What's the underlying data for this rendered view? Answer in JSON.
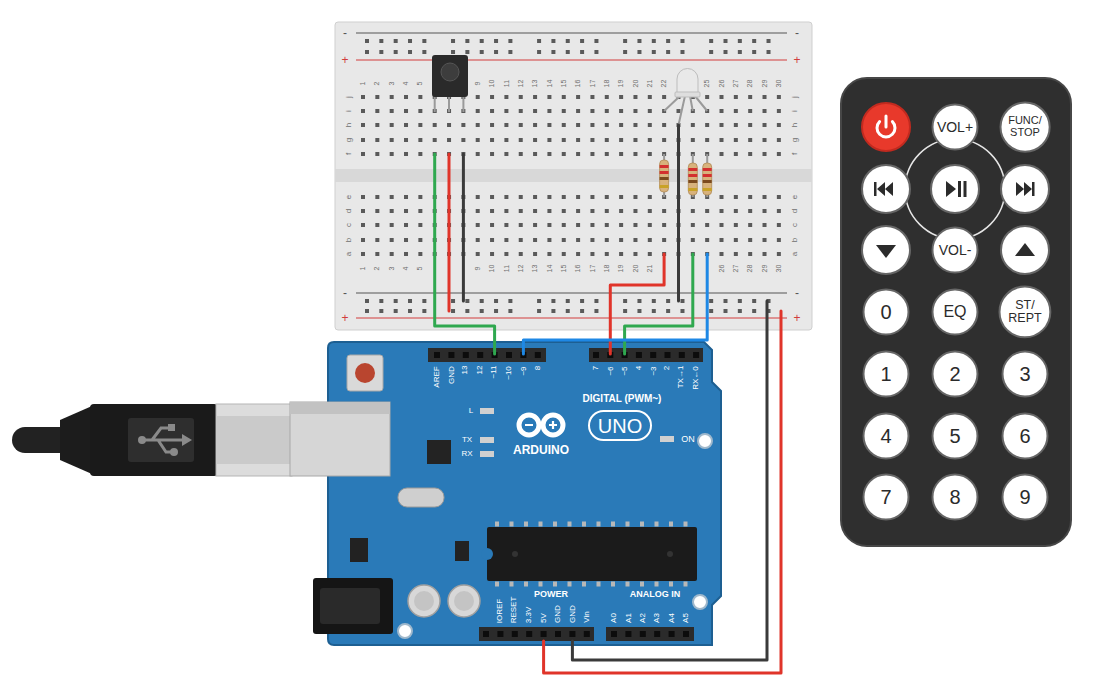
{
  "diagram": {
    "nodes": [
      {
        "text": [
          "VOL+"
        ]
      },
      {
        "text": [
          "FUNC/ STOP"
        ]
      },
      {
        "text": [
          "VOL-"
        ]
      },
      {
        "text": [
          "0"
        ]
      },
      {
        "text": [
          "EQ"
        ]
      },
      {
        "text": [
          "ST/ REPT"
        ]
      },
      {
        "text": [
          "1"
        ]
      },
      {
        "text": [
          "2"
        ]
      },
      {
        "text": [
          "3"
        ]
      },
      {
        "text": [
          "4"
        ]
      },
      {
        "text": [
          "5"
        ]
      },
      {
        "text": [
          "6"
        ]
      },
      {
        "text": [
          "7"
        ]
      },
      {
        "text": [
          "8"
        ]
      },
      {
        "text": [
          "9"
        ]
      }
    ],
    "labels": [
      "-",
      "-",
      "+",
      "+",
      "1",
      "2",
      "3",
      "4",
      "5",
      "9",
      "10",
      "11",
      "12",
      "13",
      "14",
      "15",
      "16",
      "17",
      "18",
      "19",
      "20",
      "21",
      "22",
      "25",
      "26",
      "27",
      "28",
      "29",
      "30",
      "j",
      "j",
      "i",
      "i",
      "h",
      "h",
      "g",
      "g",
      "f",
      "f",
      "e",
      "e",
      "d",
      "d",
      "c",
      "c",
      "b",
      "b",
      "a",
      "a",
      "1",
      "2",
      "3",
      "4",
      "5",
      "9",
      "10",
      "11",
      "12",
      "13",
      "14",
      "15",
      "16",
      "17",
      "18",
      "19",
      "20",
      "21",
      "26",
      "27",
      "28",
      "29",
      "30",
      "-",
      "-",
      "+",
      "+",
      "AREF",
      "GND",
      "13",
      "12",
      "~11",
      "~10",
      "~9",
      "8",
      "7",
      "~6",
      "~5",
      "4",
      "~3",
      "2",
      "TX→1",
      "RX←0",
      "DIGITAL (PWM~)",
      "L",
      "TX",
      "RX",
      "ARDUINO",
      "UNO",
      "ON",
      "IOREF",
      "RESET",
      "3.3V",
      "5V",
      "GND",
      "GND",
      "Vin",
      "POWER",
      "ANALOG IN",
      "A0",
      "A1",
      "A2",
      "A3",
      "A4",
      "A5"
    ]
  }
}
